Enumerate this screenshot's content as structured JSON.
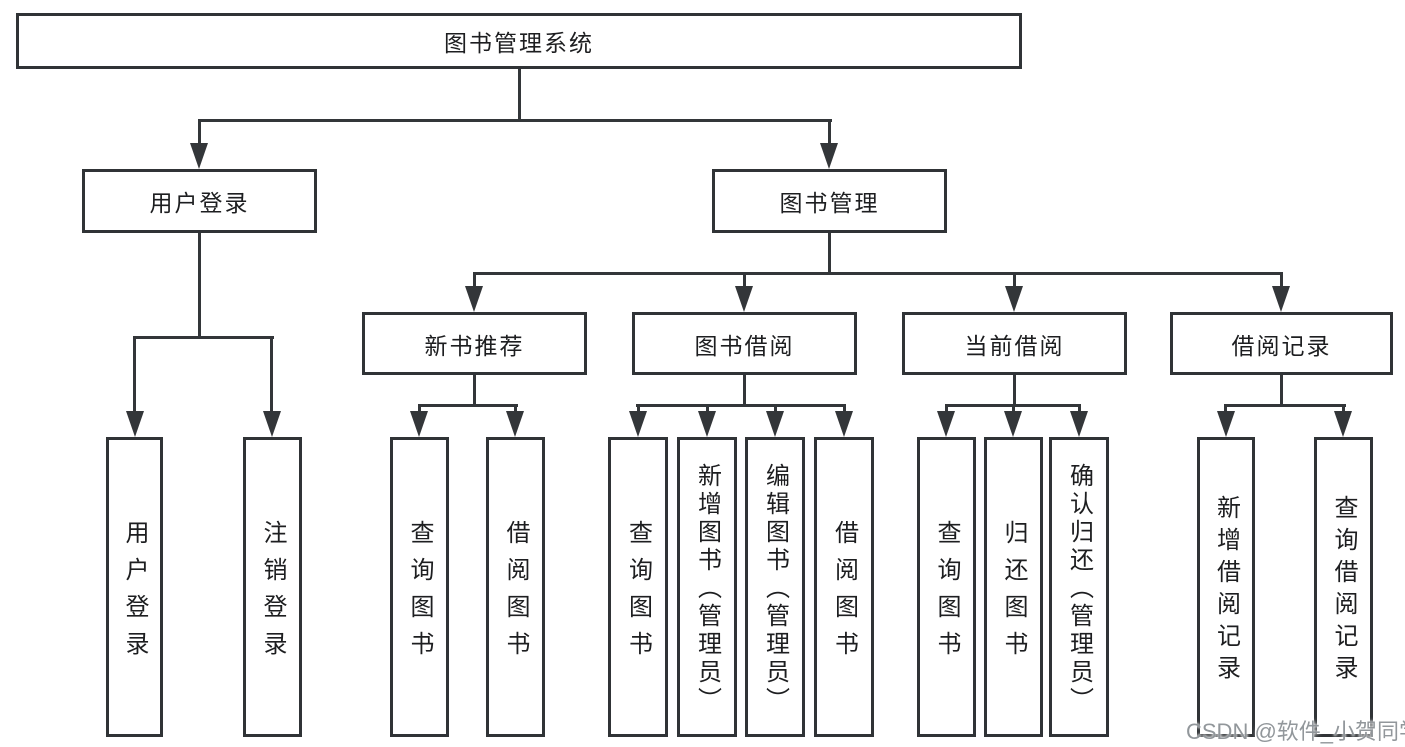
{
  "title": {
    "label": "图书管理系统"
  },
  "branches": {
    "user_login": {
      "label": "用户登录",
      "children": [
        {
          "label": "用户登录"
        },
        {
          "label": "注销登录"
        }
      ]
    },
    "book_mgmt": {
      "label": "图书管理",
      "children": [
        {
          "label": "新书推荐",
          "children": [
            {
              "label": "查询图书"
            },
            {
              "label": "借阅图书"
            }
          ]
        },
        {
          "label": "图书借阅",
          "children": [
            {
              "label": "查询图书"
            },
            {
              "label": "新增图书（管理员）"
            },
            {
              "label": "编辑图书（管理员）"
            },
            {
              "label": "借阅图书"
            }
          ]
        },
        {
          "label": "当前借阅",
          "children": [
            {
              "label": "查询图书"
            },
            {
              "label": "归还图书"
            },
            {
              "label": "确认归还（管理员）"
            }
          ]
        },
        {
          "label": "借阅记录",
          "children": [
            {
              "label": "新增借阅记录"
            },
            {
              "label": "查询借阅记录"
            }
          ]
        }
      ]
    }
  },
  "watermark": "CSDN @软件_小贺同学",
  "colors": {
    "line": "#333639",
    "box_border": "#303336",
    "text": "#1d1e20",
    "watermark": "#8c9196",
    "background": "#ffffff"
  }
}
